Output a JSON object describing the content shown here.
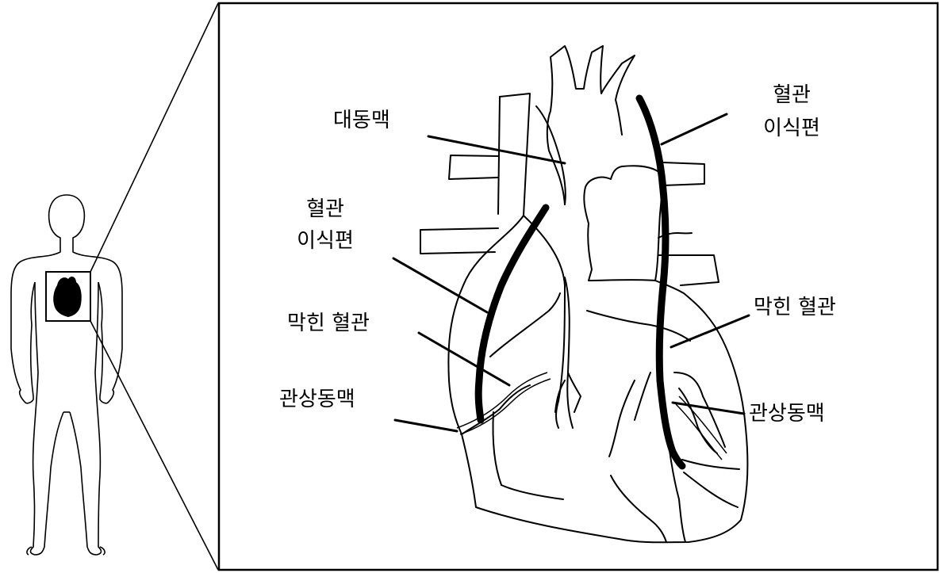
{
  "labels": {
    "aorta": "대동맥",
    "graft_left_line1": "혈관",
    "graft_left_line2": "이식편",
    "graft_right_line1": "혈관",
    "graft_right_line2": "이식편",
    "blocked_left": "막힌 혈관",
    "blocked_right": "막힌 혈관",
    "coronary_left": "관상동맥",
    "coronary_right": "관상동맥"
  }
}
